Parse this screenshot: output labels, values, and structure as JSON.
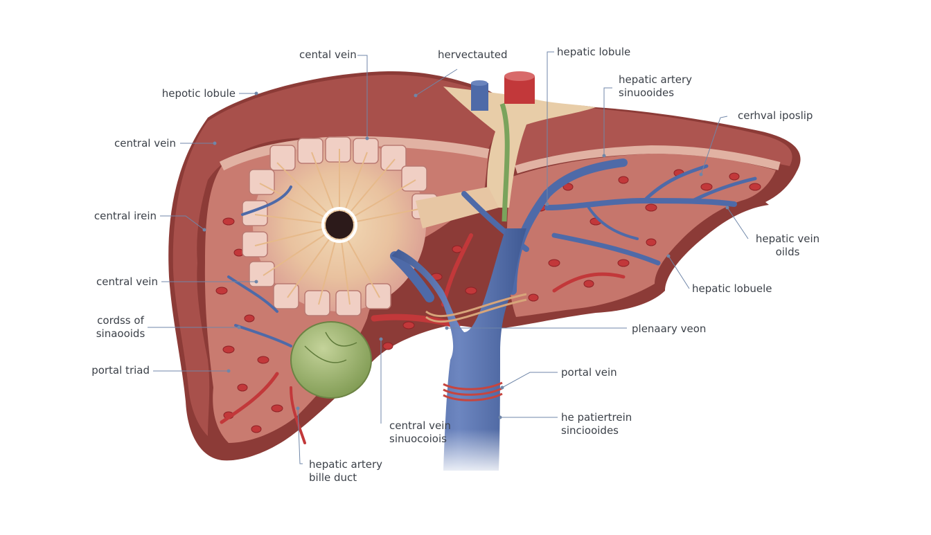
{
  "colors": {
    "liver_surface": "#a8504b",
    "liver_dark": "#7e3330",
    "lobule_tissue": "#e8bfb6",
    "parenchyma": "#c97b70",
    "portal_vein": "#4e6aa8",
    "hepatic_artery": "#c2383a",
    "gallbladder": "#9fb571",
    "bile_duct": "#7aa35c",
    "leader_line": "#6f86a8",
    "label_text": "#3a3f47"
  },
  "labels": {
    "top_central_vein": [
      "cental vein"
    ],
    "top_hervectauted": [
      "hervectauted"
    ],
    "top_hepatic_lobule": [
      "hepatic lobule"
    ],
    "hepatic_artery_sinusoides": [
      "hepatic artery",
      "sinuooides"
    ],
    "cerhval_iposlip": [
      "cerhval iposlip"
    ],
    "left_hepotic_lobule": [
      "hepotic lobule"
    ],
    "left_central_vein_1": [
      "central vein"
    ],
    "left_central_irein": [
      "central irein"
    ],
    "left_central_vein_2": [
      "central vein"
    ],
    "cords_of_sinusoids": [
      "cordss of",
      "sinaooids"
    ],
    "portal_triad": [
      "portal triad"
    ],
    "hepatic_vein_oilds": [
      "hepatic vein",
      "oilds"
    ],
    "right_hepatic_lobuele": [
      "hepatic lobuele"
    ],
    "plenaary_veon": [
      "plenaary veon"
    ],
    "portal_vein": [
      "portal vein"
    ],
    "he_patiertrein": [
      "he patiertrein",
      "sinciooides"
    ],
    "bottom_central_vein": [
      "central vein",
      "sinuocoiois"
    ],
    "bottom_hepatic_artery": [
      "hepatic artery",
      "bille duct"
    ]
  }
}
